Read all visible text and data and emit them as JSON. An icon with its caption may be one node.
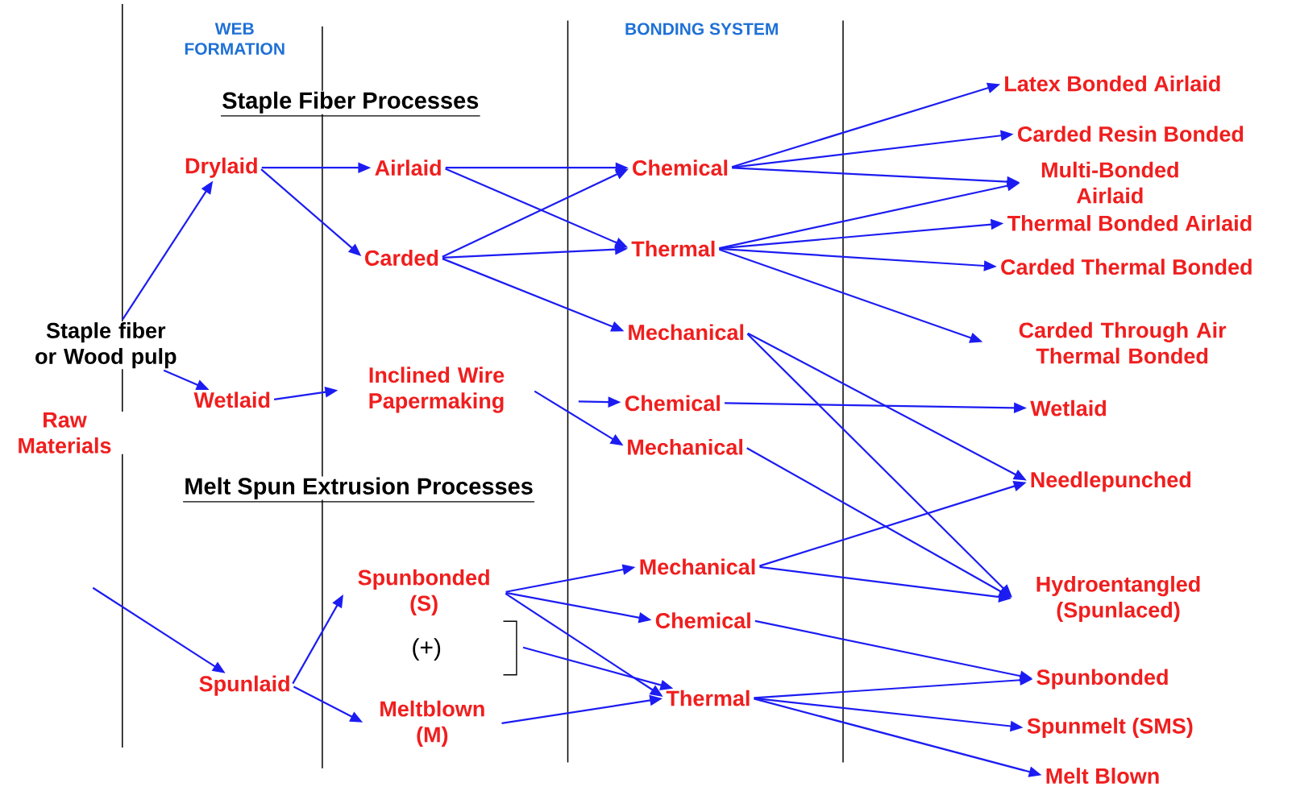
{
  "diagram": {
    "nodes": [
      {
        "text": [
          "Staple fiber or Wood pulp"
        ]
      },
      {
        "text": [
          "Raw Materials"
        ]
      },
      {
        "text": [
          "Drylaid"
        ]
      },
      {
        "text": [
          "Airlaid"
        ]
      },
      {
        "text": [
          "Carded"
        ]
      },
      {
        "text": [
          "Wetlaid"
        ]
      },
      {
        "text": [
          "Inclined Wire Papermaking"
        ]
      },
      {
        "text": [
          "Spunlaid"
        ]
      },
      {
        "text": [
          "Spunbonded (S)"
        ]
      },
      {
        "text": [
          "Meltblown (M)"
        ]
      },
      {
        "text": [
          "Chemical"
        ]
      },
      {
        "text": [
          "Thermal"
        ]
      },
      {
        "text": [
          "Mechanical"
        ]
      },
      {
        "text": [
          "Chemical"
        ]
      },
      {
        "text": [
          "Mechanical"
        ]
      },
      {
        "text": [
          "Mechanical"
        ]
      },
      {
        "text": [
          "Chemical"
        ]
      },
      {
        "text": [
          "Thermal"
        ]
      },
      {
        "text": [
          "Latex Bonded Airlaid"
        ]
      },
      {
        "text": [
          "Carded Resin Bonded"
        ]
      },
      {
        "text": [
          "Multi-Bonded Airlaid"
        ]
      },
      {
        "text": [
          "Thermal Bonded Airlaid"
        ]
      },
      {
        "text": [
          "Carded Thermal Bonded"
        ]
      },
      {
        "text": [
          "Carded Through Air Thermal Bonded"
        ]
      },
      {
        "text": [
          "Wetlaid"
        ]
      },
      {
        "text": [
          "Needlepunched"
        ]
      },
      {
        "text": [
          "Hydroentangled (Spunlaced)"
        ]
      },
      {
        "text": [
          "Spunbonded"
        ]
      },
      {
        "text": [
          "Spunmelt (SMS)"
        ]
      },
      {
        "text": [
          "Melt Blown"
        ]
      }
    ],
    "edges": [
      {
        "from": 0,
        "to": 2,
        "arrow": "to"
      },
      {
        "from": 0,
        "to": 5,
        "arrow": "to"
      },
      {
        "from": null,
        "to": 7,
        "arrow": "to"
      },
      {
        "from": 2,
        "to": 3,
        "arrow": "to"
      },
      {
        "from": 2,
        "to": 4,
        "arrow": "to"
      },
      {
        "from": 3,
        "to": 10,
        "arrow": "to"
      },
      {
        "from": 3,
        "to": 11,
        "arrow": "to"
      },
      {
        "from": 4,
        "to": 10,
        "arrow": "to"
      },
      {
        "from": 4,
        "to": 11,
        "arrow": "to"
      },
      {
        "from": 4,
        "to": 12,
        "arrow": "to"
      },
      {
        "from": 5,
        "to": 6,
        "arrow": "to"
      },
      {
        "from": null,
        "to": 13,
        "arrow": "to"
      },
      {
        "from": 6,
        "to": 14,
        "arrow": "to"
      },
      {
        "from": 7,
        "to": 8,
        "arrow": "to"
      },
      {
        "from": 7,
        "to": 9,
        "arrow": "to"
      },
      {
        "from": 8,
        "to": 15,
        "arrow": "to"
      },
      {
        "from": 8,
        "to": 16,
        "arrow": "to"
      },
      {
        "from": 8,
        "to": 17,
        "arrow": "to"
      },
      {
        "from": 9,
        "to": 17,
        "arrow": "to"
      },
      {
        "from": null,
        "to": 17,
        "arrow": "to"
      },
      {
        "from": 10,
        "to": 18,
        "arrow": "to"
      },
      {
        "from": 10,
        "to": 19,
        "arrow": "to"
      },
      {
        "from": 10,
        "to": 20,
        "arrow": "to"
      },
      {
        "from": 11,
        "to": 20,
        "arrow": "to"
      },
      {
        "from": 11,
        "to": 21,
        "arrow": "to"
      },
      {
        "from": 11,
        "to": 22,
        "arrow": "to"
      },
      {
        "from": 11,
        "to": 23,
        "arrow": "to"
      },
      {
        "from": 12,
        "to": 25,
        "arrow": "to"
      },
      {
        "from": 12,
        "to": 26,
        "arrow": "to"
      },
      {
        "from": 13,
        "to": 24,
        "arrow": "to"
      },
      {
        "from": 14,
        "to": 26,
        "arrow": "to"
      },
      {
        "from": 15,
        "to": 25,
        "arrow": "to"
      },
      {
        "from": 15,
        "to": 26,
        "arrow": "to"
      },
      {
        "from": 16,
        "to": 27,
        "arrow": "to"
      },
      {
        "from": 17,
        "to": 27,
        "arrow": "to"
      },
      {
        "from": 17,
        "to": 28,
        "arrow": "to"
      },
      {
        "from": 17,
        "to": 29,
        "arrow": "to"
      }
    ],
    "labels": [
      "WEB FORMATION",
      "BONDING SYSTEM",
      "Staple Fiber Processes",
      "Melt Spun Extrusion Processes",
      "(+)"
    ]
  }
}
